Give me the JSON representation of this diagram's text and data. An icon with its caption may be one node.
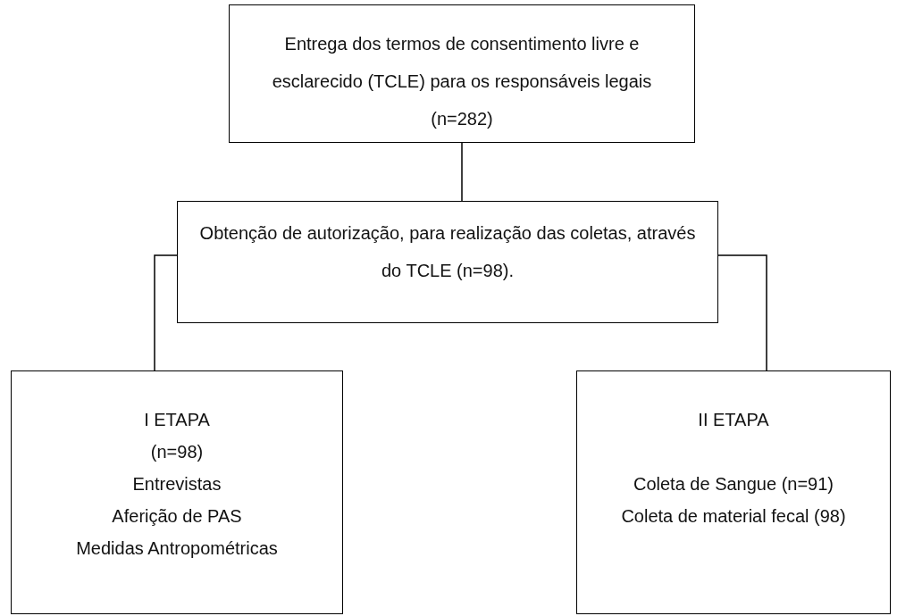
{
  "diagram": {
    "nodes": [
      {
        "text": [
          "Entrega dos termos de consentimento livre e esclarecido (TCLE) para os responsáveis legais (n=282)"
        ]
      },
      {
        "text": [
          "Obtenção de autorização, para realização das coletas, através do TCLE (n=98)."
        ]
      },
      {
        "text": [
          "I ETAPA",
          "(n=98)",
          "Entrevistas",
          "Aferição de PAS",
          "Medidas Antropométricas"
        ]
      },
      {
        "text": [
          "II ETAPA",
          "Coleta de Sangue (n=91)",
          "Coleta de material fecal (98)"
        ]
      }
    ],
    "edges": [
      {
        "from": 0,
        "to": 1,
        "arrow": "none"
      },
      {
        "from": 1,
        "to": 2,
        "arrow": "none"
      },
      {
        "from": 1,
        "to": 3,
        "arrow": "none"
      }
    ]
  }
}
